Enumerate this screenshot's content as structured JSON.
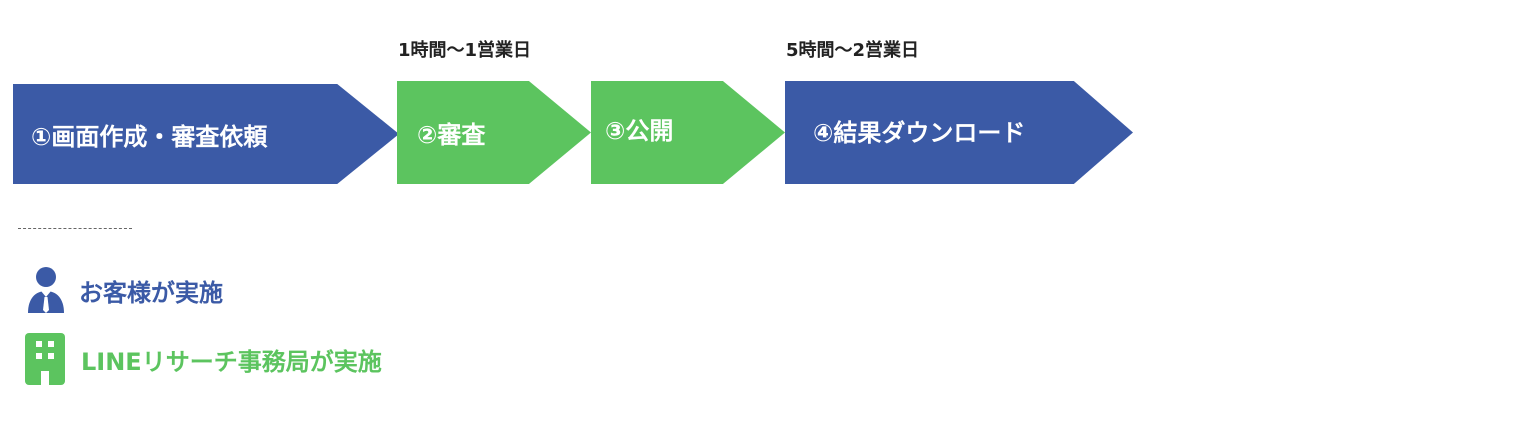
{
  "colors": {
    "customer": "#3b5aa6",
    "line_research": "#5cc45f",
    "text": "#222222"
  },
  "durations": [
    {
      "label": "1時間〜1営業日",
      "after_step": 1
    },
    {
      "label": "5時間〜2営業日",
      "after_step": 3
    }
  ],
  "steps": [
    {
      "label": "①画面作成・審査依頼",
      "actor": "customer"
    },
    {
      "label": "②審査",
      "actor": "line_research"
    },
    {
      "label": "③公開",
      "actor": "line_research"
    },
    {
      "label": "④結果ダウンロード",
      "actor": "customer"
    }
  ],
  "legend": {
    "customer": {
      "label": "お客様が実施",
      "icon": "person-icon"
    },
    "line_research": {
      "label": "LINEリサーチ事務局が実施",
      "icon": "building-icon"
    }
  }
}
